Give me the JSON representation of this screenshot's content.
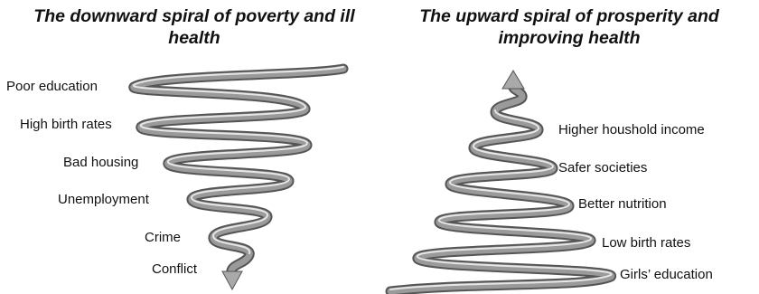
{
  "left_panel": {
    "title": "The downward spiral of poverty and ill health",
    "labels": [
      "Poor education",
      "High birth rates",
      "Bad housing",
      "Unemployment",
      "Crime",
      "Conflict"
    ]
  },
  "right_panel": {
    "title": "The upward spiral of prosperity and improving health",
    "labels": [
      "Higher houshold income",
      "Safer societies",
      "Better nutrition",
      "Low birth rates",
      "Girls’ education"
    ]
  },
  "colors": {
    "ribbon": "#8a8a8a",
    "ribbon_edge": "#555555",
    "ribbon_highlight": "#e6e6e6",
    "arrow": "#a9a9a9"
  }
}
